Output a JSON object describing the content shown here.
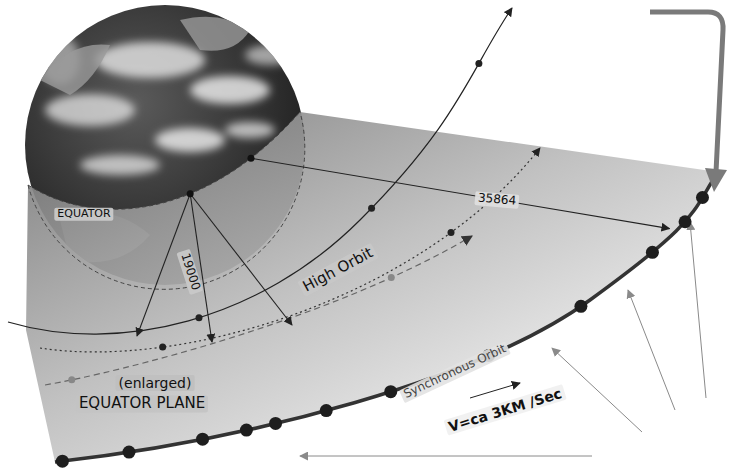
{
  "diagram": {
    "labels": [
      "EQUATOR",
      "19000",
      "High Orbit",
      "35864",
      "Synchronous Orbit",
      "V=ca 3KM /Sec",
      "(enlarged)",
      "EQUATOR PLANE"
    ]
  }
}
